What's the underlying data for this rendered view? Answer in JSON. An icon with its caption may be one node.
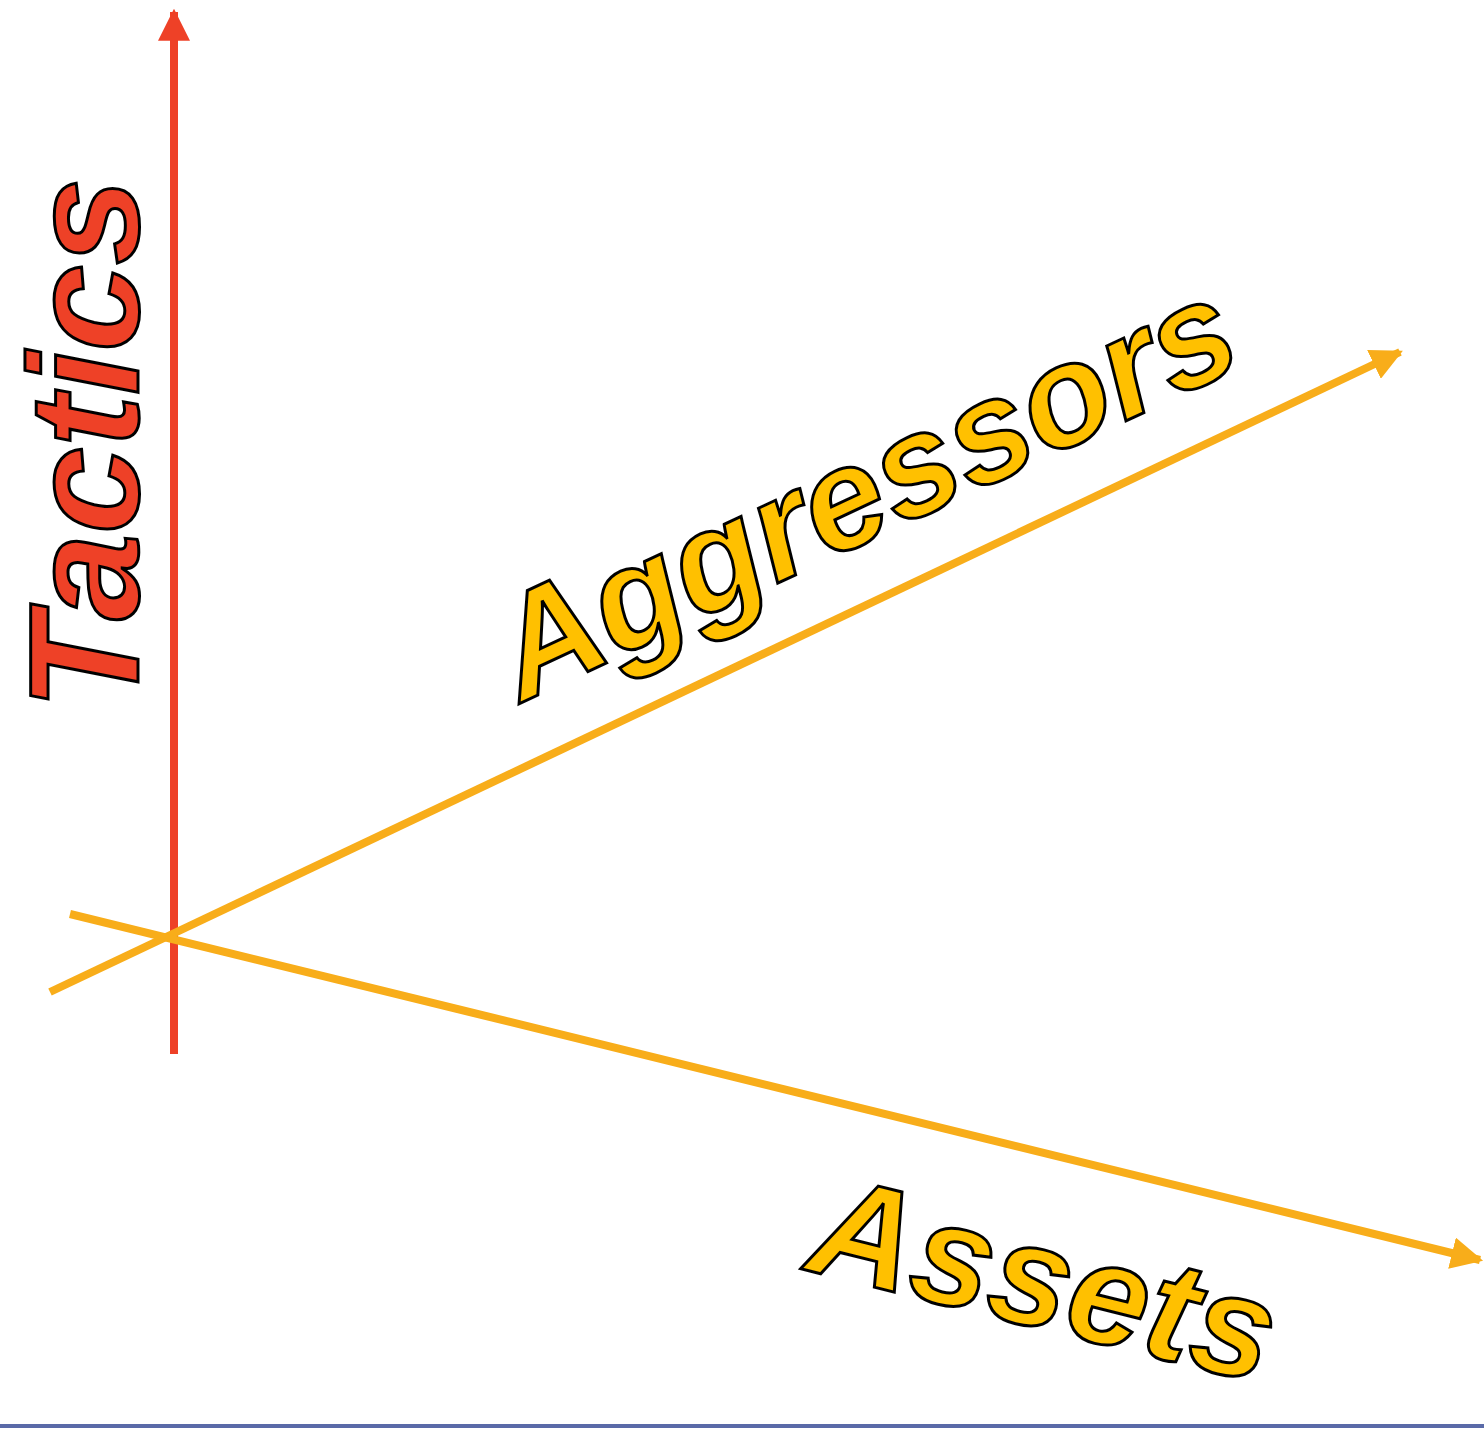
{
  "diagram": {
    "labels": [
      "Tactics",
      "Aggressors",
      "Assets"
    ]
  }
}
